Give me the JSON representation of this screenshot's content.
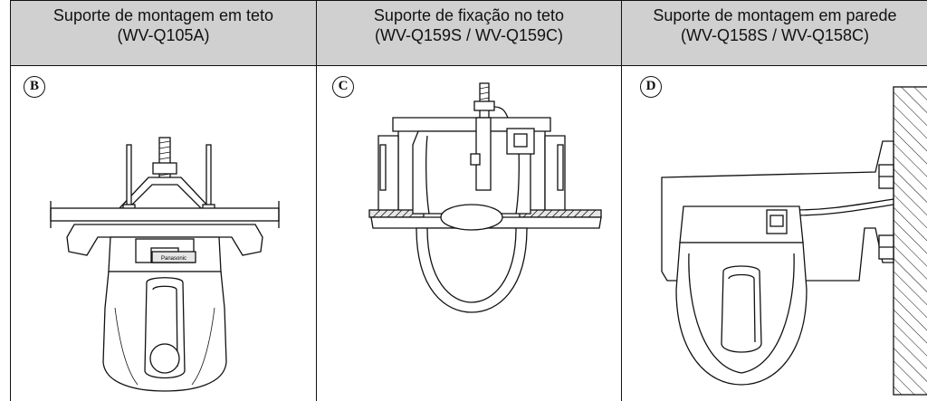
{
  "columns": [
    {
      "title": "Suporte de montagem em teto",
      "model": "(WV-Q105A)",
      "marker": "B",
      "brand_label": "Panasonic"
    },
    {
      "title": "Suporte de fixação no teto",
      "model": "(WV-Q159S / WV-Q159C)",
      "marker": "C"
    },
    {
      "title": "Suporte de montagem em parede",
      "model": "(WV-Q158S / WV-Q158C)",
      "marker": "D"
    }
  ],
  "colors": {
    "header_background": "#d0d0d0",
    "line": "#111111",
    "background": "#ffffff"
  }
}
